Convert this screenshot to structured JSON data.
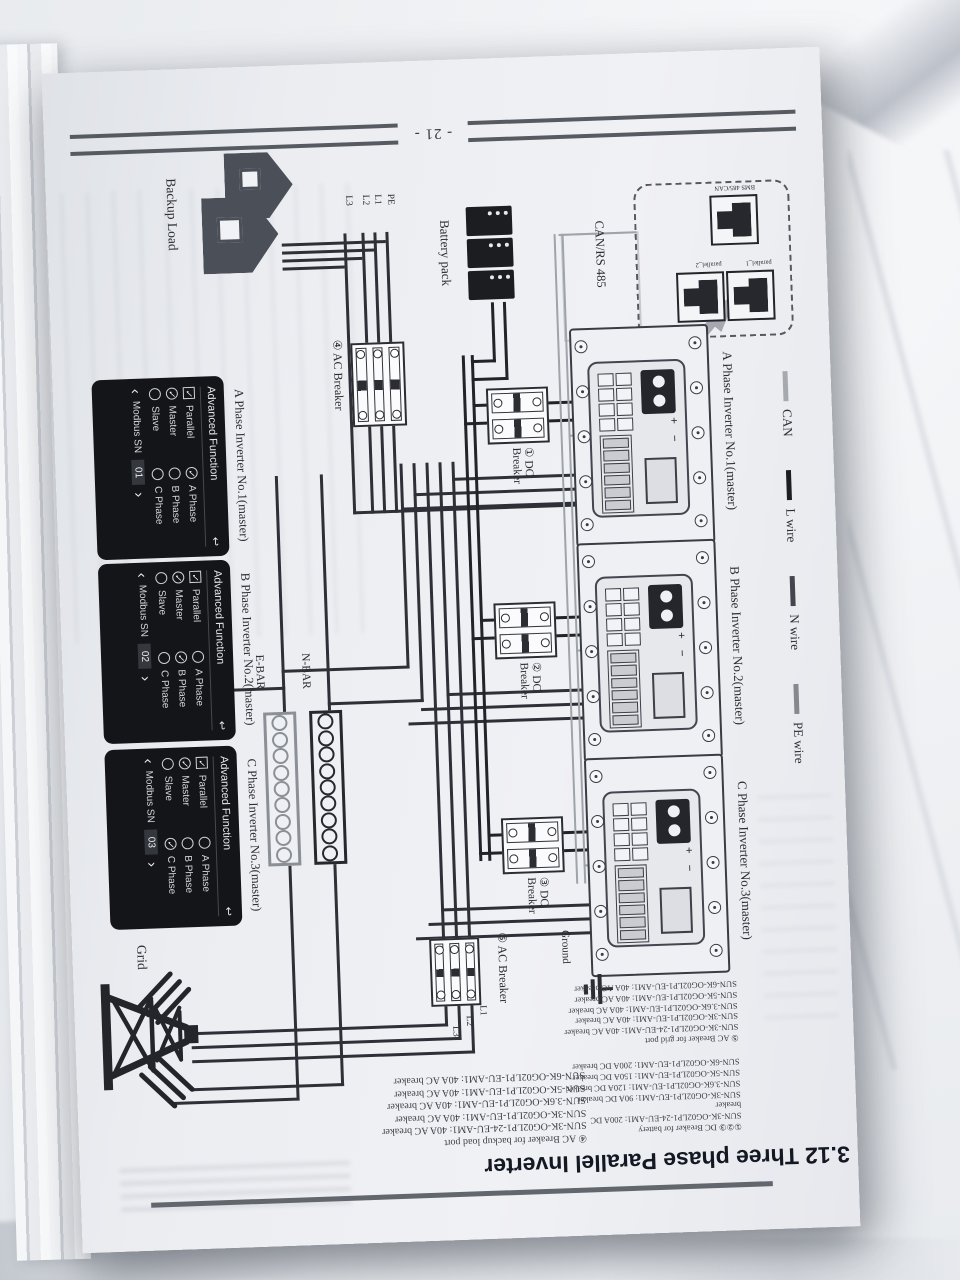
{
  "page": {
    "number": "- 21 -",
    "title": "3.12 Three phase Parallel Inverter"
  },
  "legend": {
    "items": [
      {
        "label": "CAN",
        "color": "#a6a9ae"
      },
      {
        "label": "L wire",
        "color": "#1c1d21"
      },
      {
        "label": "N wire",
        "color": "#43464c"
      },
      {
        "label": "PE wire",
        "color": "#85888e"
      }
    ]
  },
  "comm": {
    "bus_label": "CAN/RS 485",
    "ports": [
      "parallel_1",
      "parallel_2",
      "BMS 485/CAN"
    ]
  },
  "inverters": {
    "plus_minus": "+ −",
    "units": [
      {
        "label": "A Phase Inverter No.1(master)"
      },
      {
        "label": "B Phase Inverter No.2(master)"
      },
      {
        "label": "C Phase Inverter No.3(master)"
      }
    ]
  },
  "battery": {
    "label": "Battery pack"
  },
  "breakers": {
    "dc": [
      "① DC Breaker",
      "② DC Breaker",
      "③ DC Breaker"
    ],
    "ac4": "④ AC Breaker",
    "ac5": "⑤ AC Breaker"
  },
  "bars": {
    "n": "N-BAR",
    "e": "E-BAR"
  },
  "backup": {
    "label": "Backup Load",
    "wires": [
      "PE",
      "L1",
      "L2",
      "L3"
    ]
  },
  "grid": {
    "label": "Grid",
    "wires": [
      "L1",
      "L2",
      "L3"
    ]
  },
  "ground_label": "Ground",
  "lcd_nav": {
    "left": "‹",
    "right": "›"
  },
  "lcd_panels": [
    {
      "title": "A Phase Inverter No.1(master)",
      "header": "Advanced Function",
      "back_icon": "↩",
      "options_left": [
        {
          "label": "Parallel",
          "mark": "✓"
        },
        {
          "label": "Master",
          "mark": "✓"
        },
        {
          "label": "Slave",
          "mark": ""
        }
      ],
      "options_right": [
        {
          "label": "A Phase",
          "mark": "✓"
        },
        {
          "label": "B Phase",
          "mark": ""
        },
        {
          "label": "C Phase",
          "mark": ""
        }
      ],
      "modbus_label": "Modbus SN",
      "modbus_value": "01"
    },
    {
      "title": "B Phase Inverter No.2(master)",
      "header": "Advanced Function",
      "back_icon": "↩",
      "options_left": [
        {
          "label": "Parallel",
          "mark": "✓"
        },
        {
          "label": "Master",
          "mark": "✓"
        },
        {
          "label": "Slave",
          "mark": ""
        }
      ],
      "options_right": [
        {
          "label": "A Phase",
          "mark": ""
        },
        {
          "label": "B Phase",
          "mark": "✓"
        },
        {
          "label": "C Phase",
          "mark": ""
        }
      ],
      "modbus_label": "Modbus SN",
      "modbus_value": "02"
    },
    {
      "title": "C Phase Inverter No.3(master)",
      "header": "Advanced Function",
      "back_icon": "↩",
      "options_left": [
        {
          "label": "Parallel",
          "mark": "✓"
        },
        {
          "label": "Master",
          "mark": "✓"
        },
        {
          "label": "Slave",
          "mark": ""
        }
      ],
      "options_right": [
        {
          "label": "A Phase",
          "mark": ""
        },
        {
          "label": "B Phase",
          "mark": ""
        },
        {
          "label": "C Phase",
          "mark": "✓"
        }
      ],
      "modbus_label": "Modbus SN",
      "modbus_value": "03"
    }
  ],
  "footnotes": {
    "dc": {
      "heading": "①②③ DC Breaker for battery",
      "lines": "SUN-3K-OG02LP1-24-EU-AM1: 200A DC breaker\nSUN-3K-OG02LP1-EU-AM1: 90A DC breaker\nSUN-3.6K-OG02LP1-EU-AM1: 120A DC breaker\nSUN-5K-OG02LP1-EU-AM1: 150A DC breaker\nSUN-6K-OG02LP1-EU-AM1: 200A DC breaker"
    },
    "backup": {
      "heading": "④ AC Breaker for backup load port",
      "lines": "SUN-3K-OG02LP1-24-EU-AM1: 40A AC breaker\nSUN-3K-OG02LP1-EU-AM1: 40A AC breaker\nSUN-3.6K-OG02LP1-EU-AM1: 40A AC breaker\nSUN-5K-OG02LP1-EU-AM1: 40A AC breaker\nSUN-6K-OG02LP1-EU-AM1: 40A AC breaker"
    },
    "grid": {
      "heading": "⑤ AC Breaker for grid port",
      "lines": "SUN-3K-OG02LP1-24-EU-AM1: 40A AC breaker\nSUN-3K-OG02LP1-EU-AM1: 40A AC breaker\nSUN-3.6K-OG02LP1-EU-AM1: 40A AC breaker\nSUN-5K-OG02LP1-EU-AM1: 40A AC breaker\nSUN-6K-OG02LP1-EU-AM1: 40A AC breaker"
    }
  }
}
